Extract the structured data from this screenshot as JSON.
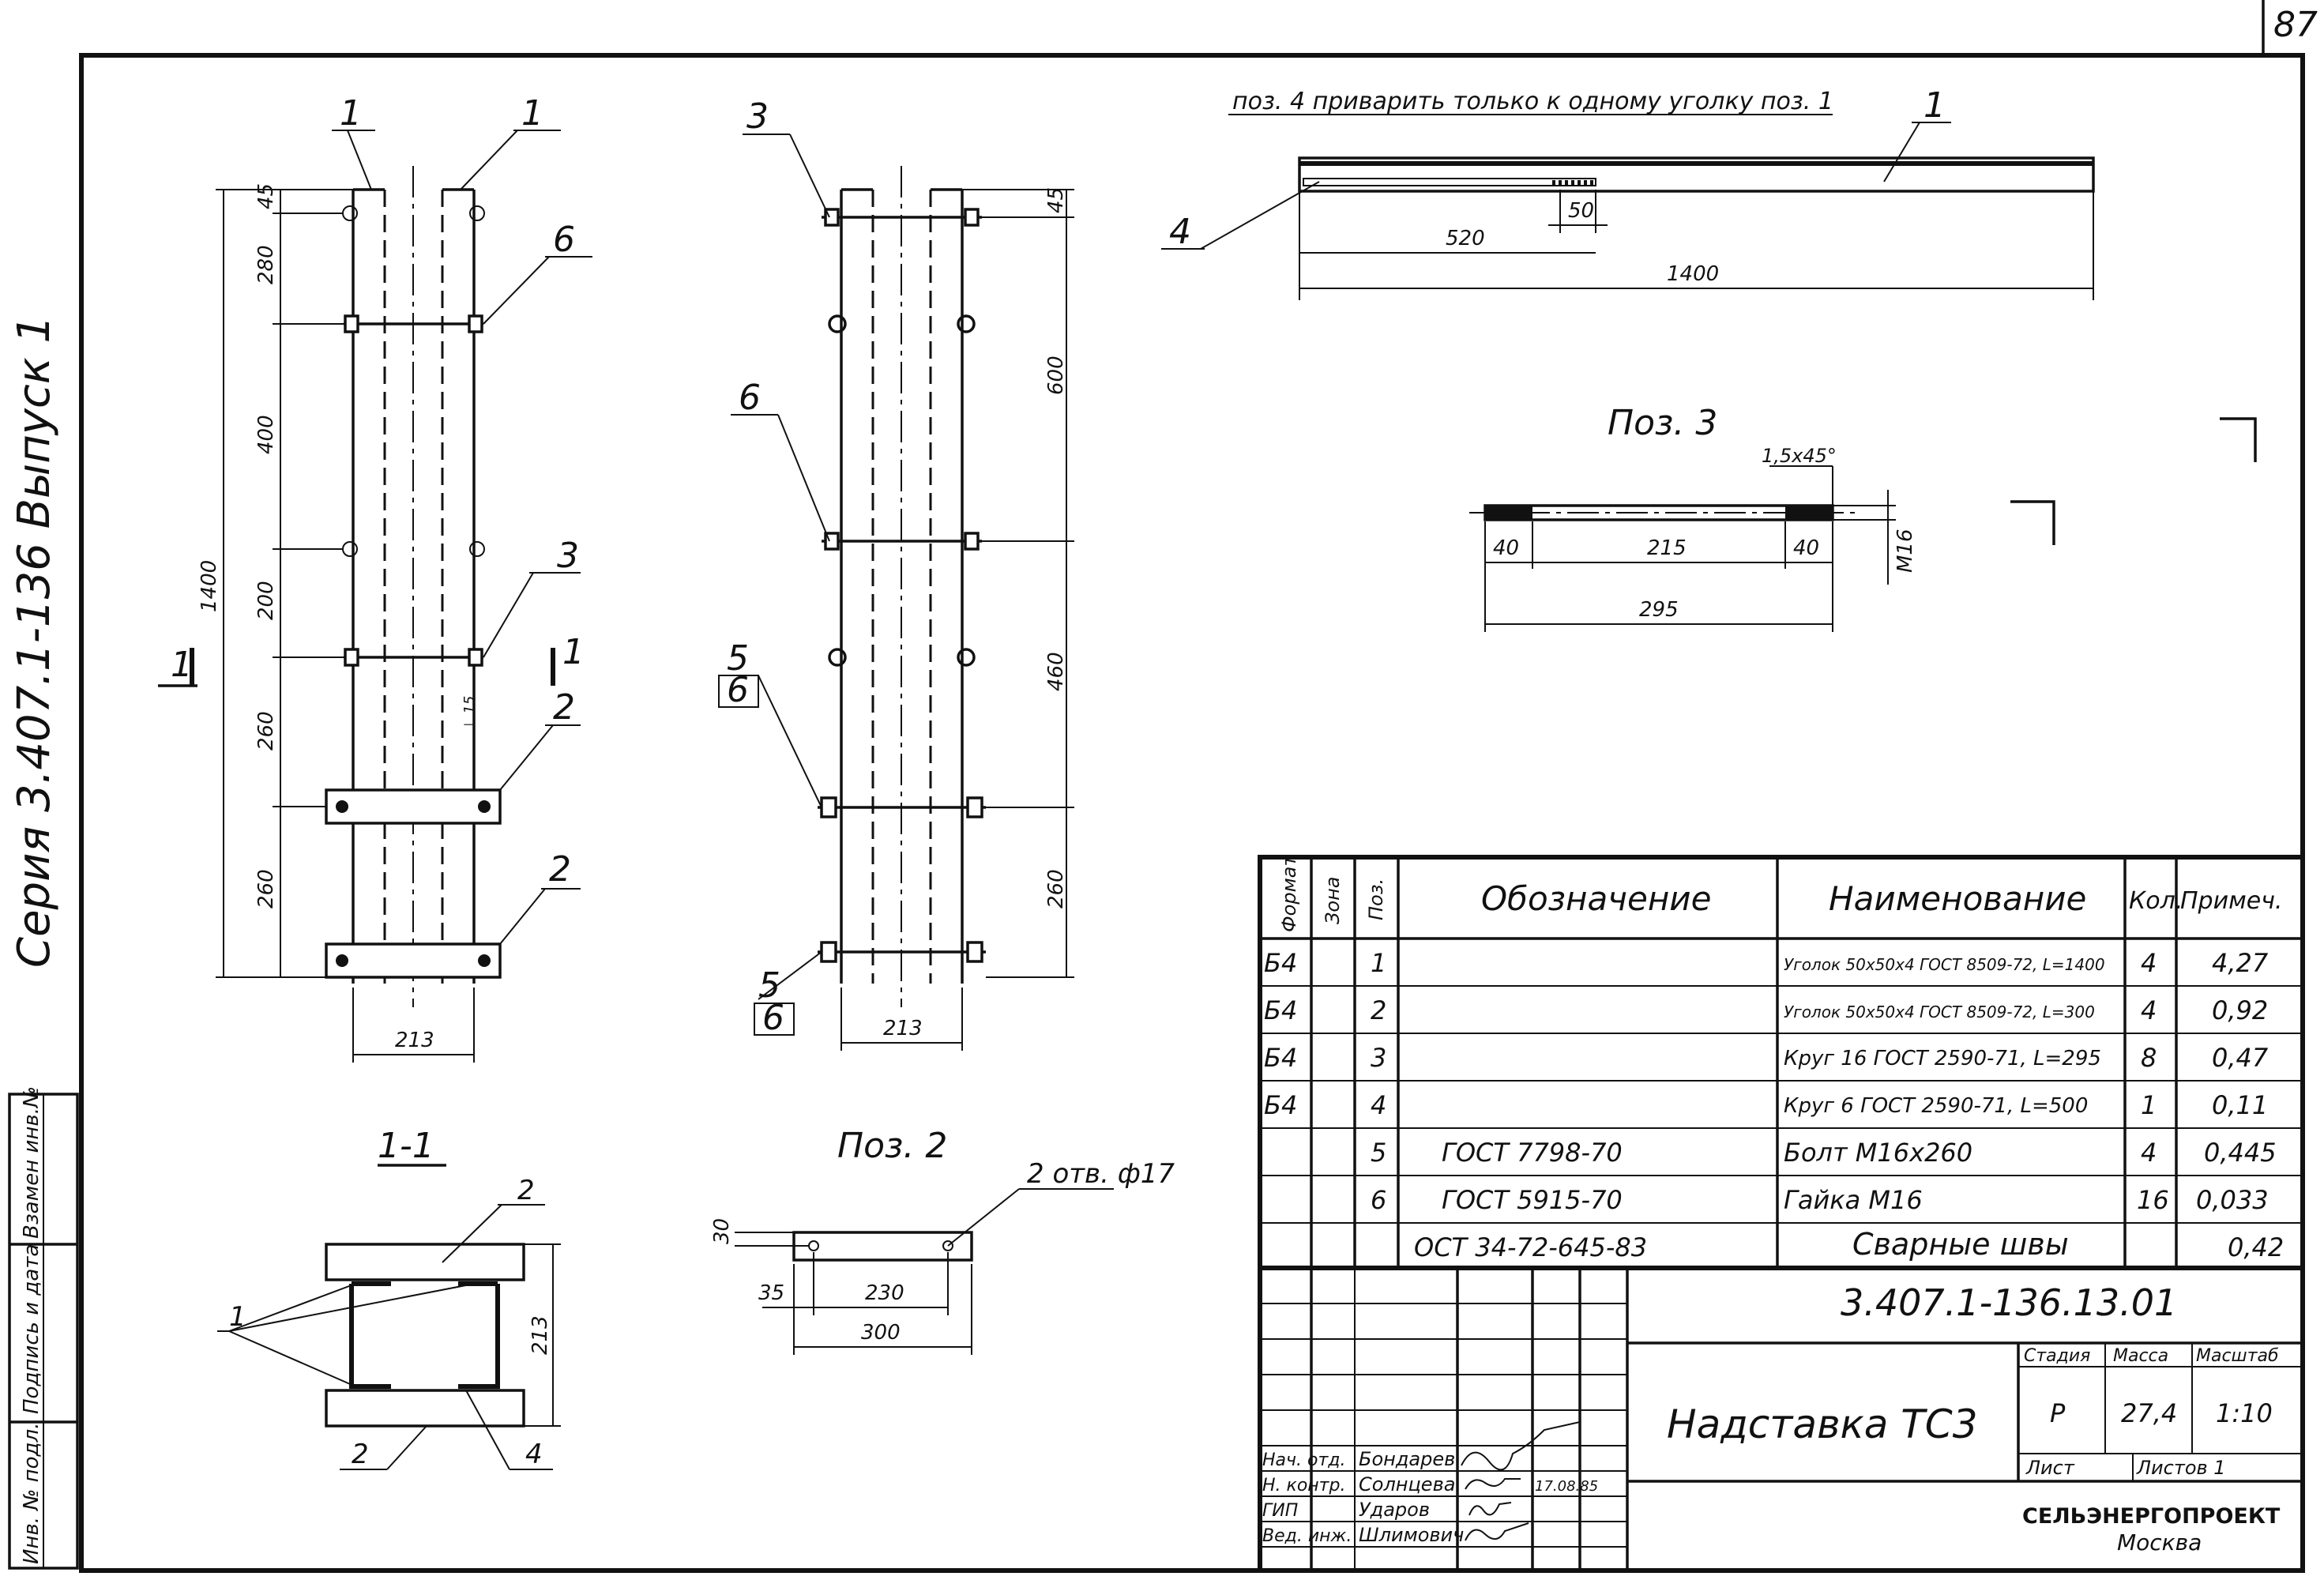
{
  "page_number": "87",
  "side_series": "Серия 3.407.1-136 Выпуск 1",
  "side_stamp": [
    "Инв. № подл.",
    "Подпись и дата",
    "Взамен инв.№"
  ],
  "views": {
    "main_left": {
      "pos_labels": [
        "1",
        "1",
        "6",
        "3",
        "2",
        "2"
      ],
      "section_mark": "1",
      "dims_vertical": [
        "45",
        "280",
        "400",
        "200",
        "260",
        "260",
        "1400"
      ],
      "dim_width": "213"
    },
    "main_right": {
      "pos_labels": [
        "3",
        "6",
        "5",
        "6",
        "5",
        "6"
      ],
      "dims_vertical": [
        "45",
        "600",
        "460",
        "260"
      ],
      "dim_width": "213"
    },
    "section_1_1": {
      "title": "1-1",
      "pos_labels": [
        "2",
        "1",
        "2",
        "4"
      ],
      "dim": "213"
    },
    "pos2": {
      "title": "Поз. 2",
      "note": "2 отв. ф17",
      "dims": [
        "30",
        "35",
        "230",
        "300"
      ]
    },
    "pos3": {
      "title": "Поз. 3",
      "chamfer": "1,5х45°",
      "dims": [
        "40",
        "215",
        "40",
        "295",
        "М16"
      ]
    },
    "top_detail": {
      "note": "поз. 4 приварить только к одному уголку поз. 1",
      "pos_labels": [
        "1",
        "4"
      ],
      "dims": [
        "50",
        "520",
        "1400"
      ]
    }
  },
  "spec_table": {
    "headers": [
      "Формат",
      "Зона",
      "Поз.",
      "Обозначение",
      "Наименование",
      "Кол.",
      "Примеч."
    ],
    "rows": [
      {
        "format": "Б4",
        "zone": "",
        "pos": "1",
        "designation": "",
        "name": "Уголок 50х50х4 ГОСТ 8509-72, L=1400",
        "qty": "4",
        "note": "4,27"
      },
      {
        "format": "Б4",
        "zone": "",
        "pos": "2",
        "designation": "",
        "name": "Уголок 50х50х4 ГОСТ 8509-72, L=300",
        "qty": "4",
        "note": "0,92"
      },
      {
        "format": "Б4",
        "zone": "",
        "pos": "3",
        "designation": "",
        "name": "Круг 16 ГОСТ 2590-71, L=295",
        "qty": "8",
        "note": "0,47"
      },
      {
        "format": "Б4",
        "zone": "",
        "pos": "4",
        "designation": "",
        "name": "Круг 6 ГОСТ 2590-71, L=500",
        "qty": "1",
        "note": "0,11"
      },
      {
        "format": "",
        "zone": "",
        "pos": "5",
        "designation": "ГОСТ 7798-70",
        "name": "Болт М16х260",
        "qty": "4",
        "note": "0,445"
      },
      {
        "format": "",
        "zone": "",
        "pos": "6",
        "designation": "ГОСТ 5915-70",
        "name": "Гайка М16",
        "qty": "16",
        "note": "0,033"
      },
      {
        "format": "",
        "zone": "",
        "pos": "",
        "designation": "ОСТ 34-72-645-83",
        "name": "Сварные швы",
        "qty": "",
        "note": "0,42"
      }
    ]
  },
  "title_block": {
    "doc_number": "3.407.1-136.13.01",
    "title": "Надставка ТС3",
    "stage_label": "Стадия",
    "mass_label": "Масса",
    "scale_label": "Масштаб",
    "stage": "Р",
    "mass": "27,4",
    "scale": "1:10",
    "sheet_label": "Лист",
    "sheets_label": "Листов 1",
    "org": "СЕЛЬЭНЕРГОПРОЕКТ",
    "city": "Москва",
    "people": [
      {
        "role": "Нач. отд.",
        "name": "Бондарев"
      },
      {
        "role": "Н. контр.",
        "name": "Солнцева"
      },
      {
        "role": "ГИП",
        "name": "Ударов"
      },
      {
        "role": "Вед. инж.",
        "name": "Шлимович"
      }
    ],
    "stamp_date": "17.08.85"
  }
}
